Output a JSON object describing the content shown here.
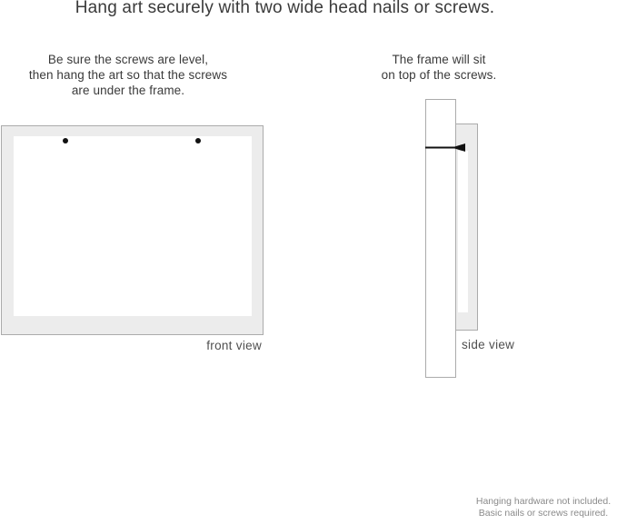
{
  "page": {
    "title": "Hang art securely with two wide head nails or screws."
  },
  "front_view": {
    "instruction_lines": [
      "Be sure the screws are level,",
      "then hang the art so that the screws",
      "are under the frame."
    ],
    "label": "front view",
    "screw_count": 2
  },
  "side_view": {
    "instruction_lines": [
      "The frame will sit",
      "on top of the screws."
    ],
    "label": "side view"
  },
  "footnote": {
    "lines": [
      "Hanging hardware not included.",
      "Basic nails or screws required."
    ]
  },
  "colors": {
    "frame_fill": "#ececec",
    "frame_border": "#ababab",
    "text_dark": "#3a3a3a",
    "text_label": "#4f4f4f",
    "text_muted": "#8a8a8a",
    "screw": "#111111",
    "bg": "#ffffff"
  }
}
